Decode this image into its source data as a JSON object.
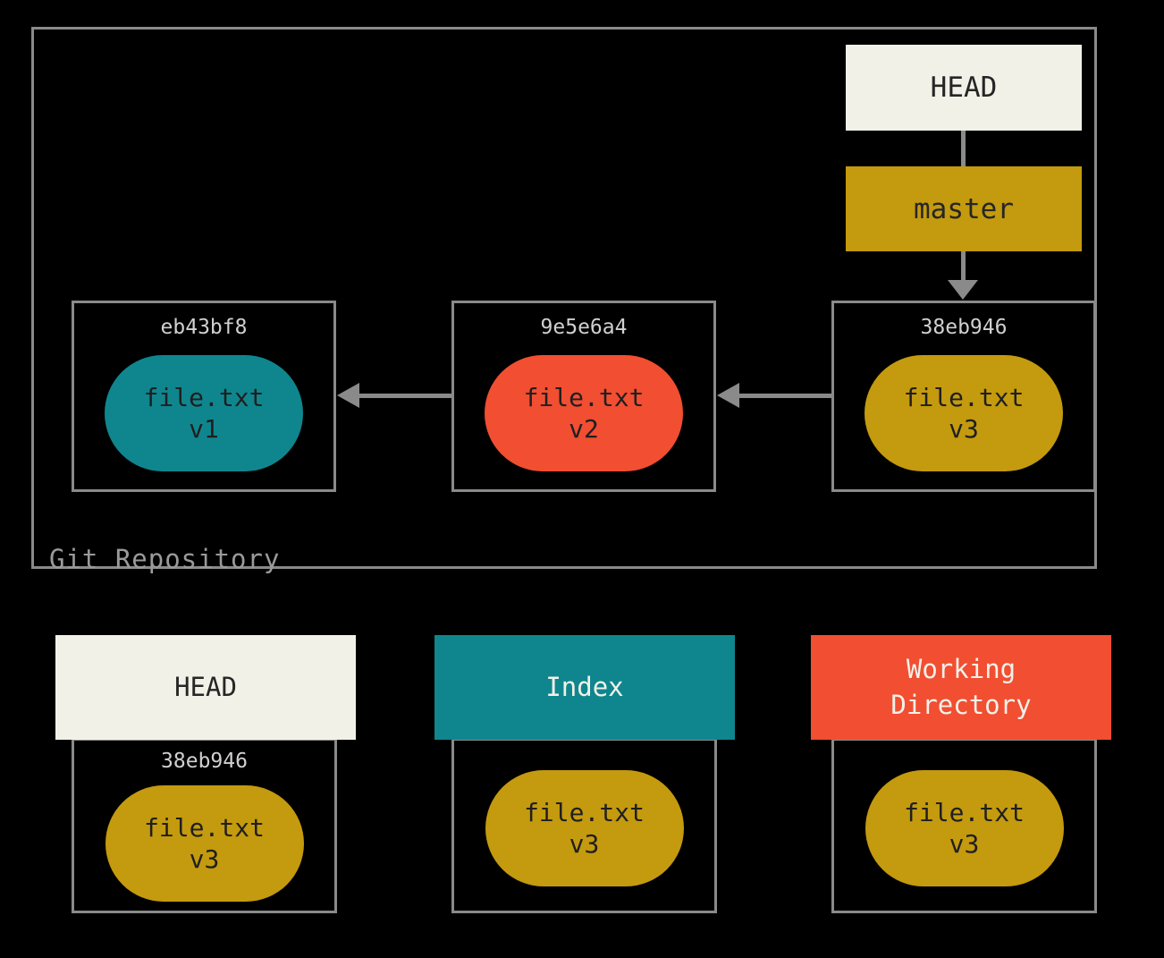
{
  "repository": {
    "label": "Git Repository",
    "head_ref": "HEAD",
    "branch_ref": "master",
    "commits": [
      {
        "hash": "eb43bf8",
        "file": "file.txt",
        "version": "v1"
      },
      {
        "hash": "9e5e6a4",
        "file": "file.txt",
        "version": "v2"
      },
      {
        "hash": "38eb946",
        "file": "file.txt",
        "version": "v3"
      }
    ]
  },
  "trees": {
    "head": {
      "title": "HEAD",
      "hash": "38eb946",
      "file": "file.txt",
      "version": "v3"
    },
    "index": {
      "title": "Index",
      "file": "file.txt",
      "version": "v3"
    },
    "working_directory": {
      "title": "Working Directory",
      "file": "file.txt",
      "version": "v3"
    }
  },
  "colors": {
    "background": "#000000",
    "outline_gray": "#8A8A8A",
    "cream": "#F2F1E8",
    "gold": "#C49A0E",
    "teal": "#0F868E",
    "orange_red": "#F14E32",
    "hash_text": "#D0D0D0",
    "repo_label_text": "#9A9A9A",
    "dark_text": "#262626"
  }
}
